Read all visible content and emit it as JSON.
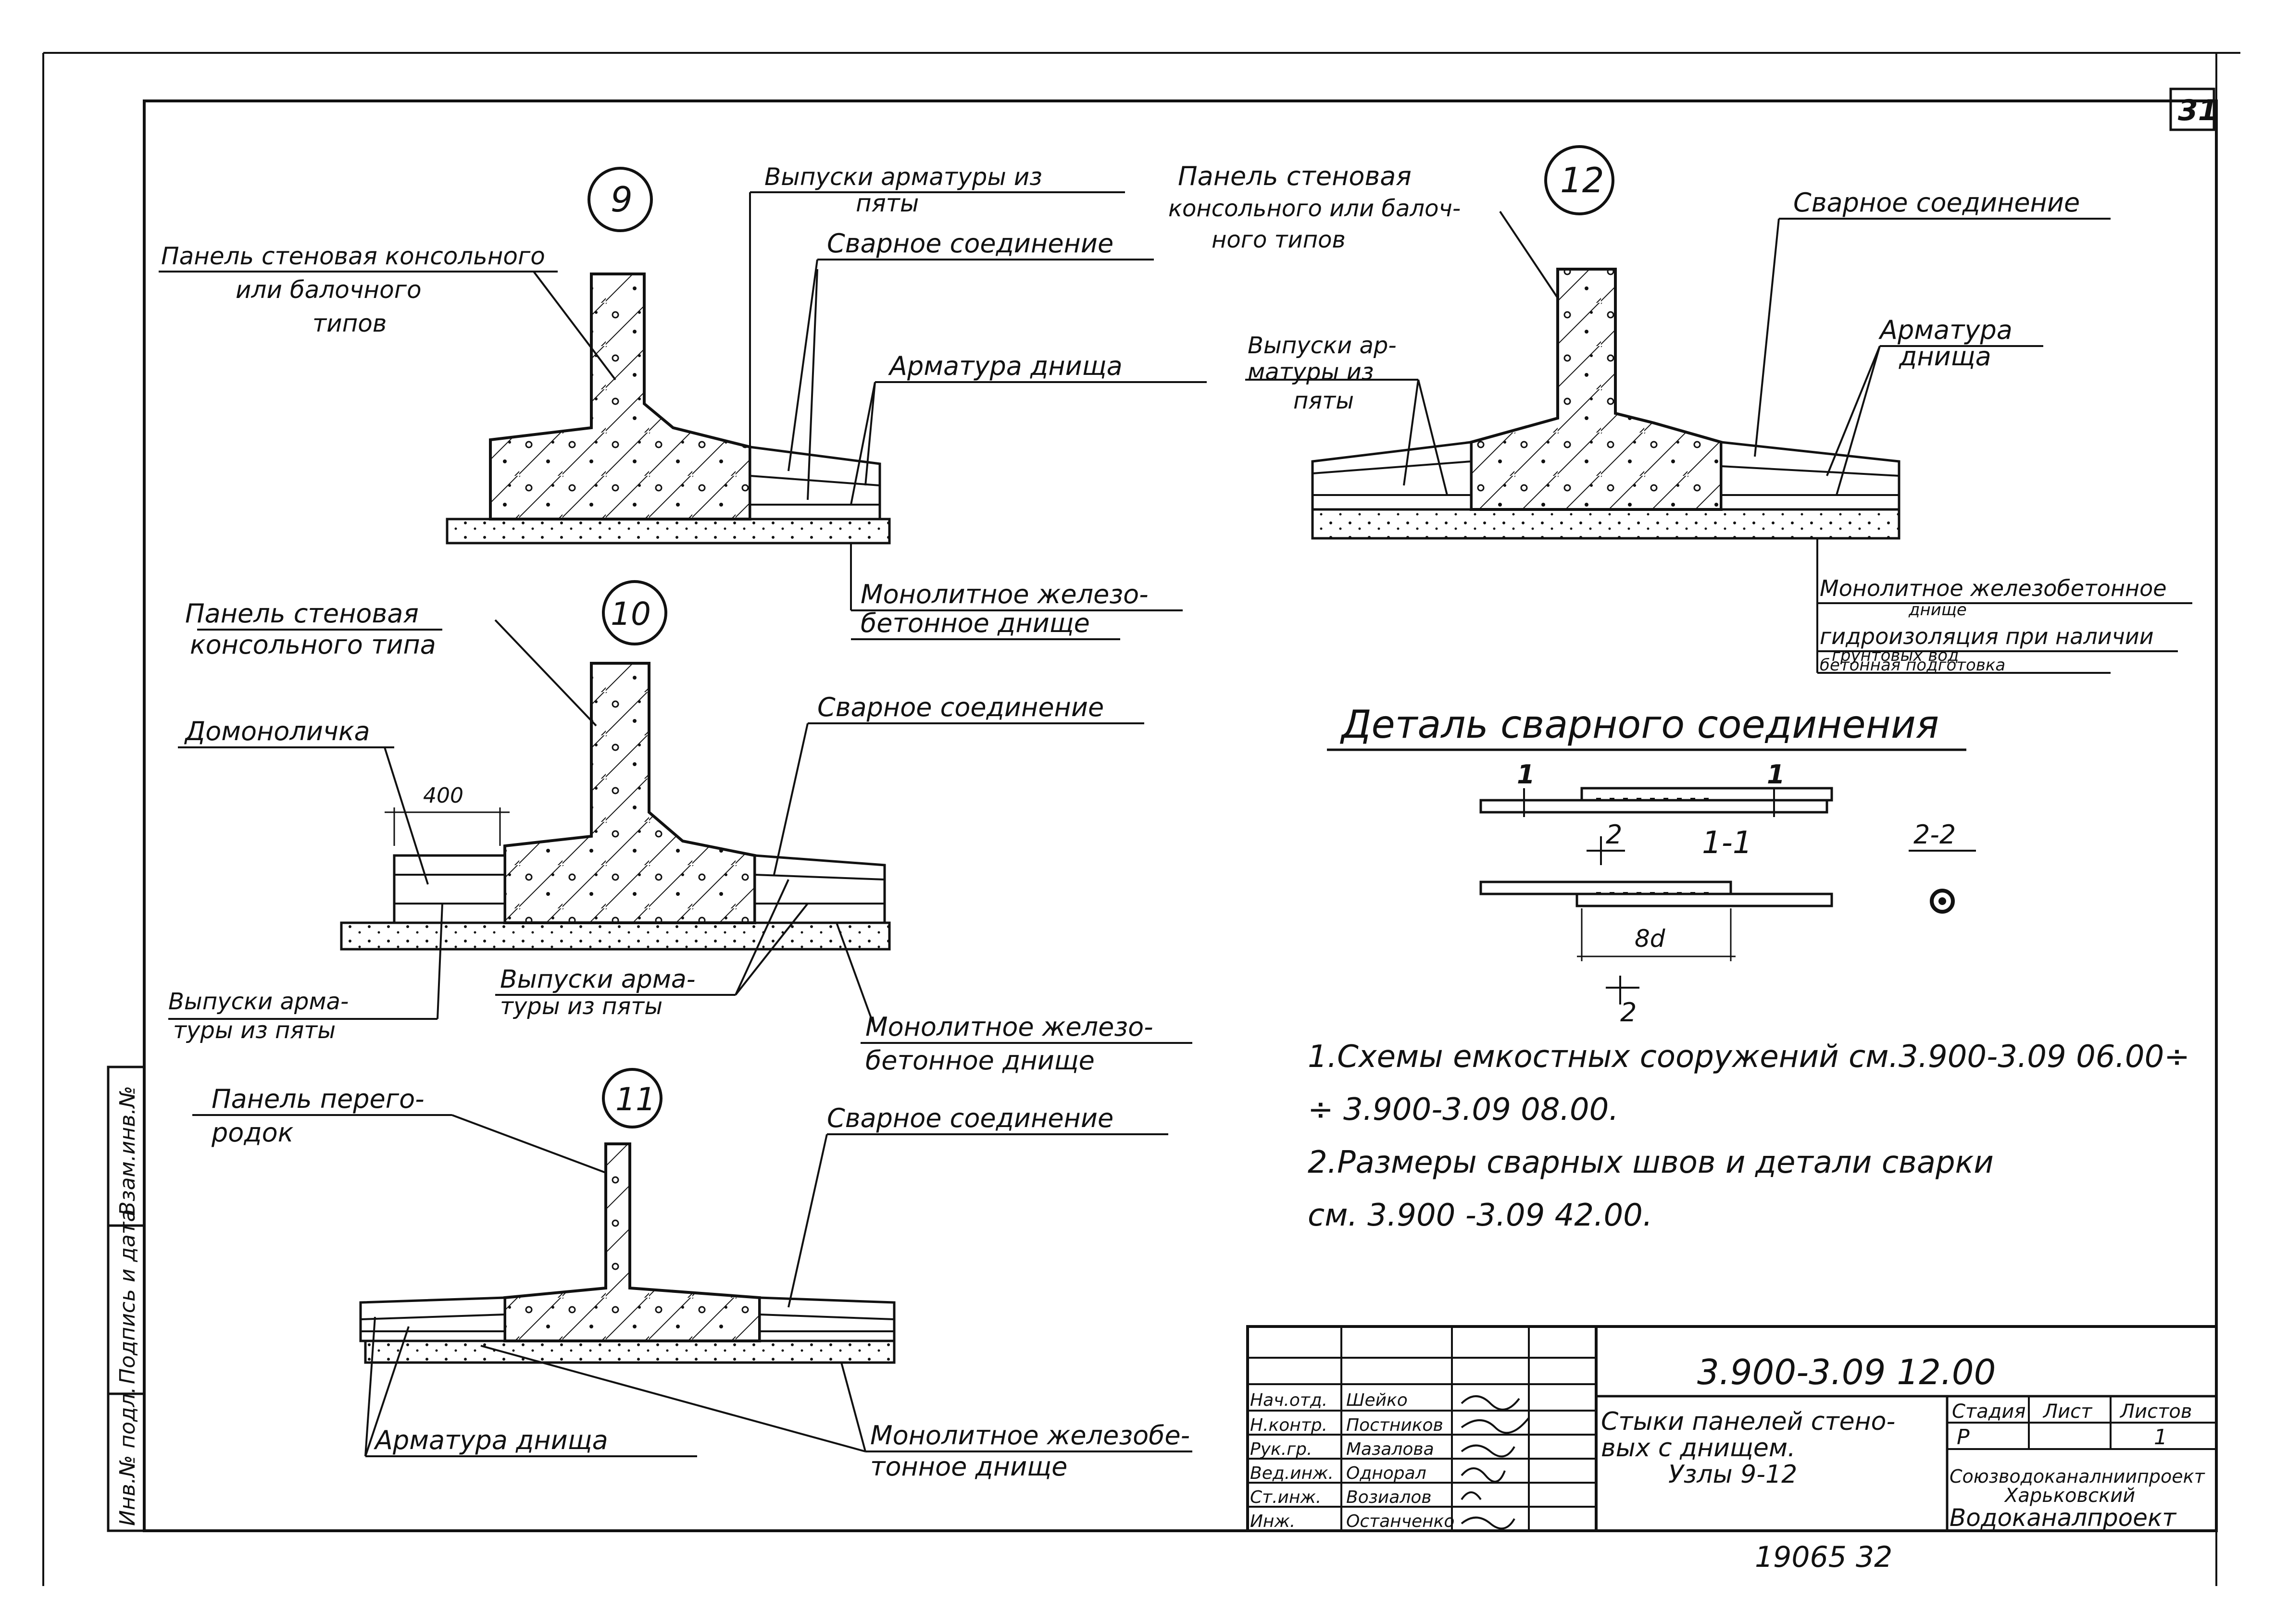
{
  "sheet": {
    "sheet_number": "31",
    "bottom_number": "19065   32"
  },
  "side_stamp": {
    "row1": "Взам.инв.№",
    "row2": "Подпись и дата",
    "row3": "Инв.№ подл."
  },
  "node9": {
    "number": "9",
    "panel_label_1": "Панель стеновая консольного",
    "panel_label_2": "или балочного",
    "panel_label_3": "типов",
    "rebar_out_1": "Выпуски арматуры из",
    "rebar_out_2": "пяты",
    "weld": "Сварное соединение",
    "bottom_rebar": "Арматура днища",
    "slab_1": "Монолитное железо-",
    "slab_2": "бетонное днище"
  },
  "node10": {
    "number": "10",
    "panel_1": "Панель стеновая",
    "panel_2": "консольного типа",
    "infill": "Домоноличка",
    "dim": "400",
    "weld": "Сварное соединение",
    "rebar_out_left_1": "Выпуски арма-",
    "rebar_out_left_2": "туры из пяты",
    "rebar_out_mid_1": "Выпуски арма-",
    "rebar_out_mid_2": "туры из пяты",
    "slab_1": "Монолитное железо-",
    "slab_2": "бетонное днище"
  },
  "node11": {
    "number": "11",
    "panel_1": "Панель перего-",
    "panel_2": "родок",
    "weld": "Сварное соединение",
    "bottom_rebar": "Арматура днища",
    "slab_1": "Монолитное железобе-",
    "slab_2": "тонное днище"
  },
  "node12": {
    "number": "12",
    "panel_1": "Панель стеновая",
    "panel_2": "консольного или балоч-",
    "panel_3": "ного типов",
    "rebar_out_1": "Выпуски ар-",
    "rebar_out_2": "матуры из",
    "rebar_out_3": "пяты",
    "weld": "Сварное соединение",
    "bottom_rebar_1": "Арматура",
    "bottom_rebar_2": "днища",
    "slab_1": "Монолитное железобетонное",
    "slab_2": "днище",
    "waterproof_1": "гидроизоляция при наличии",
    "waterproof_2": "грунтовых вод",
    "waterproof_3": "бетонная подготовка"
  },
  "detail": {
    "title": "Деталь сварного соединения",
    "sec_1": "1",
    "sec_1b": "1",
    "sec_1_1": "1-1",
    "sec_2": "2",
    "sec_2b": "2",
    "sec_2_2": "2-2",
    "dim_8d": "8d"
  },
  "notes": {
    "n1a": "1.Схемы емкостных   сооружений см.3.900-3.09 06.00÷",
    "n1b": "÷ 3.900-3.09 08.00.",
    "n2a": "2.Размеры сварных швов  и детали сварки",
    "n2b": "см.  3.900 -3.09  42.00."
  },
  "title_block": {
    "code": "3.900-3.09  12.00",
    "title_1": "Стыки панелей стено-",
    "title_2": "вых  с днищем.",
    "title_3": "Узлы 9-12",
    "stage_hdr": "Стадия",
    "sheet_hdr": "Лист",
    "sheets_hdr": "Листов",
    "stage": "Р",
    "sheets": "1",
    "org_1": "Союзводоканалниипроект",
    "org_2": "Харьковский",
    "org_3": "Водоканалпроект",
    "roles": [
      "Нач.отд.",
      "Н.контр.",
      "Рук.гр.",
      "Вед.инж.",
      "Ст.инж.",
      "Инж."
    ],
    "names": [
      "Шейко",
      "Постников",
      "Мазалова",
      "Однорал",
      "Возиалов",
      "Останченко"
    ]
  }
}
